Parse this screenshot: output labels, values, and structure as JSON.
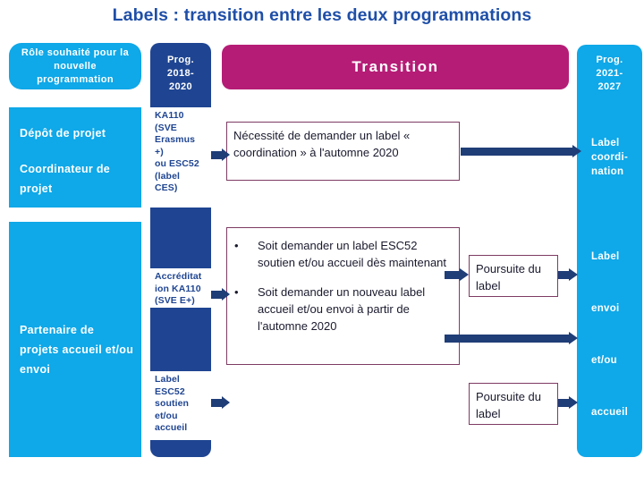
{
  "slide": {
    "title": "Labels : transition entre les deux programmations",
    "colors": {
      "title_blue": "#1F4FA8",
      "light_blue": "#0FA8E8",
      "dark_blue": "#1F4592",
      "magenta": "#B51C76",
      "callout_border": "#7E3B63",
      "arrow_navy": "#1F3D77"
    }
  },
  "columns": {
    "role": {
      "header": "Rôle souhaité pour la nouvelle programmation",
      "cells": [
        {
          "text": "Dépôt de projet\n\nCoordinateur de projet"
        },
        {
          "text": "Partenaire de projets accueil et/ou envoi"
        }
      ],
      "cell_1_line_1": "Dépôt de projet",
      "cell_1_line_2": "Coordinateur de projet",
      "cell_2_text": "Partenaire de projets accueil et/ou envoi"
    },
    "prog_2018": {
      "header": "Prog. 2018-2020",
      "boxes": [
        {
          "label": "KA110 (SVE Erasmus +) ou ESC52 (label CES)"
        },
        {
          "label": "Accréditation KA110 (SVE E+)"
        },
        {
          "label": "Label ESC52 soutien et/ou accueil"
        }
      ]
    },
    "transition": {
      "header": "Transition",
      "callouts": [
        {
          "id": "coordination",
          "text": "Nécessité de demander un label « coordination » à l'automne 2020"
        },
        {
          "id": "options",
          "bullets": [
            "Soit demander un label ESC52 soutien et/ou accueil dès maintenant",
            "Soit demander un nouveau label accueil et/ou envoi à partir de l'automne 2020"
          ]
        },
        {
          "id": "poursuite-1",
          "text": "Poursuite du label"
        },
        {
          "id": "poursuite-2",
          "text": "Poursuite du label"
        }
      ]
    },
    "prog_2021": {
      "header": "Prog. 2021-2027",
      "labels": [
        "Label coordi-nation",
        "Label",
        "envoi",
        "et/ou",
        "accueil"
      ],
      "label_coordination_line1": "Label",
      "label_coordination_line2": "coordi-",
      "label_coordination_line3": "nation",
      "label_2": "Label",
      "label_3": "envoi",
      "label_4": "et/ou",
      "label_5": "accueil"
    }
  },
  "arrows": [
    {
      "name": "arrow-ka110-to-coordination"
    },
    {
      "name": "arrow-coordination-to-label-coordination"
    },
    {
      "name": "arrow-accreditation-to-options"
    },
    {
      "name": "arrow-options-to-poursuite-1"
    },
    {
      "name": "arrow-poursuite-1-to-label"
    },
    {
      "name": "arrow-long-to-etou"
    },
    {
      "name": "arrow-label-esc52-to-poursuite-2"
    },
    {
      "name": "arrow-poursuite-2-to-accueil"
    }
  ]
}
